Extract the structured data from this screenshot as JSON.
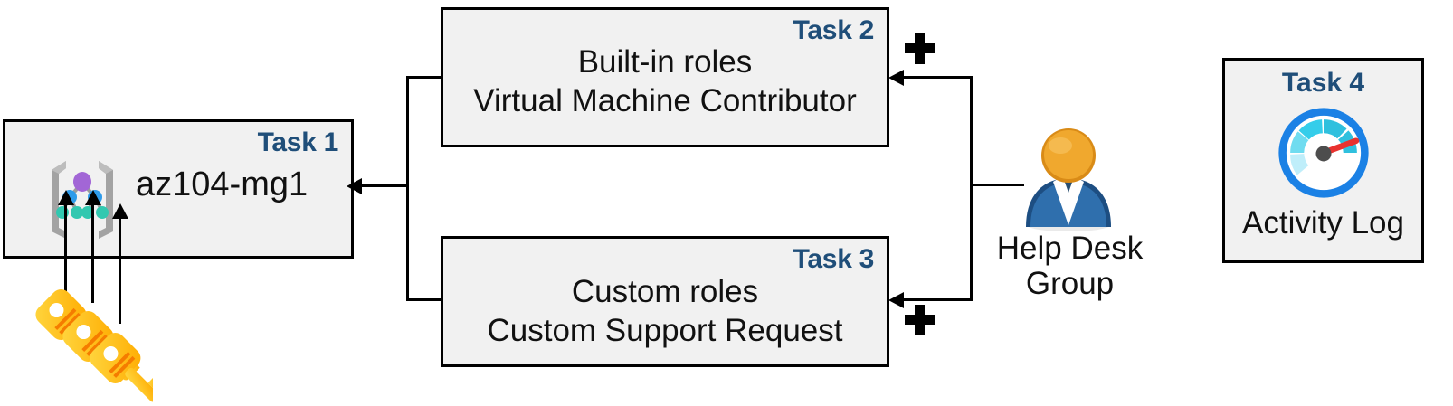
{
  "diagram": {
    "title": "Azure RBAC task diagram",
    "accent_color": "#1f4e79",
    "box_fill": "#f1f1f1",
    "box_border": "#000000"
  },
  "task1": {
    "label": "Task 1",
    "title": "az104-mg1",
    "icon": "management-group-icon"
  },
  "task2": {
    "label": "Task 2",
    "line1": "Built-in roles",
    "line2": "Virtual Machine Contributor"
  },
  "task3": {
    "label": "Task 3",
    "line1": "Custom roles",
    "line2": "Custom Support Request"
  },
  "task4": {
    "label": "Task 4",
    "text": "Activity Log",
    "icon": "activity-log-gauge-icon"
  },
  "actor": {
    "icon": "user-group-icon",
    "caption_line1": "Help Desk",
    "caption_line2": "Group"
  },
  "keys": {
    "icon": "keys-icon",
    "count": 3
  },
  "connectors": {
    "plus_upper": "+",
    "plus_lower": "+"
  }
}
